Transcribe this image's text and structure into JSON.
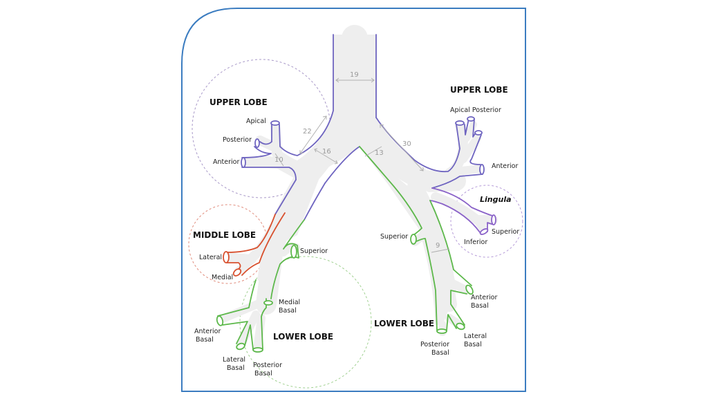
{
  "colors": {
    "frame": "#3b7cc0",
    "upper_lobe": "#6e64c0",
    "middle_lobe": "#d8502e",
    "lower_lobe": "#5cb84a",
    "lingula": "#8a62c8",
    "airway_fill": "#eeeeee"
  },
  "right_lung": {
    "upper_lobe": {
      "title": "UPPER LOBE",
      "segments": {
        "apical": "Apical",
        "posterior": "Posterior",
        "anterior": "Anterior"
      }
    },
    "middle_lobe": {
      "title": "MIDDLE LOBE",
      "segments": {
        "lateral": "Lateral",
        "medial": "Medial"
      }
    },
    "lower_lobe": {
      "title": "LOWER LOBE",
      "segments": {
        "superior": "Superior",
        "medial_basal": [
          "Medial",
          "Basal"
        ],
        "anterior_basal": [
          "Anterior",
          "Basal"
        ],
        "lateral_basal": [
          "Lateral",
          "Basal"
        ],
        "posterior_basal": [
          "Posterior",
          "Basal"
        ]
      }
    }
  },
  "left_lung": {
    "upper_lobe": {
      "title": "UPPER LOBE",
      "segments": {
        "apical_posterior": "Apical Posterior",
        "anterior": "Anterior"
      }
    },
    "lingula": {
      "title": "Lingula",
      "segments": {
        "superior": "Superior",
        "inferior": "Inferior"
      }
    },
    "lower_lobe": {
      "title": "LOWER LOBE",
      "segments": {
        "superior": "Superior",
        "anterior_basal": [
          "Anterior",
          "Basal"
        ],
        "lateral_basal": [
          "Lateral",
          "Basal"
        ],
        "posterior_basal": [
          "Posterior",
          "Basal"
        ]
      }
    }
  },
  "dimensions": {
    "trachea": "19",
    "right_main_length": "22",
    "right_main_width": "16",
    "right_upper_width": "10",
    "left_main_width": "13",
    "left_main_length": "30",
    "left_lower_width": "9"
  }
}
